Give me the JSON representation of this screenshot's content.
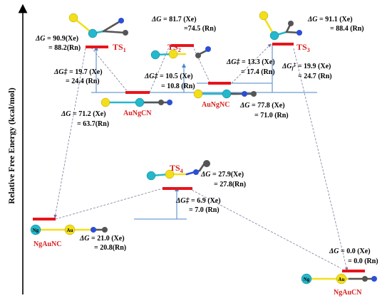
{
  "axis": {
    "ylabel": "Relative Free Energy (kcal/mol)"
  },
  "colors": {
    "level": "#e8141b",
    "label_red": "#d91e1e",
    "au": "#f2df1a",
    "ng": "#23b8cc",
    "c": "#555555",
    "n": "#2b4fd6",
    "guide": "#4a86c8",
    "dashed": "#7a7a9a"
  },
  "states": {
    "ts1": {
      "label": "TS",
      "sub": "1",
      "dg_xe": "= 90.9(Xe)",
      "dg_rn": "= 88.2(Rn)"
    },
    "ts2": {
      "label": "TS",
      "sub": "2",
      "dg_xe": "= 81.7 (Xe)",
      "dg_rn": "=74.5 (Rn)"
    },
    "ts3": {
      "label": "TS",
      "sub": "3",
      "dg_xe": "= 91.1 (Xe)",
      "dg_rn": "= 88.4 (Rn)"
    },
    "ts4": {
      "label": "TS",
      "sub": "4",
      "dg_xe": "= 27.9(Xe)",
      "dg_rn": "= 27.8(Rn)"
    },
    "augncn": {
      "label": "AuNgCN",
      "dg_xe": "= 71.2 (Xe)",
      "dg_rn": "= 63.7(Rn)"
    },
    "augnnc": {
      "label": "AuNgNC",
      "dg_xe": "= 77.8 (Xe)",
      "dg_rn": "= 71.0 (Rn)"
    },
    "ngaunc": {
      "label": "NgAuNC",
      "dg_xe": "= 21.0 (Xe)",
      "dg_rn": "= 20.8(Rn)"
    },
    "ngaucn": {
      "label": "NgAuCN",
      "dg_xe": "= 0.0 (Xe)",
      "dg_rn": "= 0.0 (Rn)"
    }
  },
  "barriers": {
    "b1": {
      "xe": "= 19.7 (Xe)",
      "rn": "= 24.4 (Rn)"
    },
    "b2": {
      "xe": "= 10.5 (Xe)",
      "rn": "= 10.8 (Rn)"
    },
    "b3": {
      "xe": "= 13.3 (Xe)",
      "rn": "= 17.4 (Rn)"
    },
    "b4": {
      "xe": "= 19.9 (Xe)",
      "rn": "= 24.7 (Rn)"
    },
    "b5": {
      "xe": "= 6.9 (Xe)",
      "rn": "= 7.0 (Rn)"
    }
  },
  "symbols": {
    "dG": "ΔG",
    "dGts": "ΔG‡",
    "dGts4": "ΔG",
    "sub_f": "f",
    "ts_mark": "‡",
    "ng": "Ng",
    "au": "Au"
  }
}
